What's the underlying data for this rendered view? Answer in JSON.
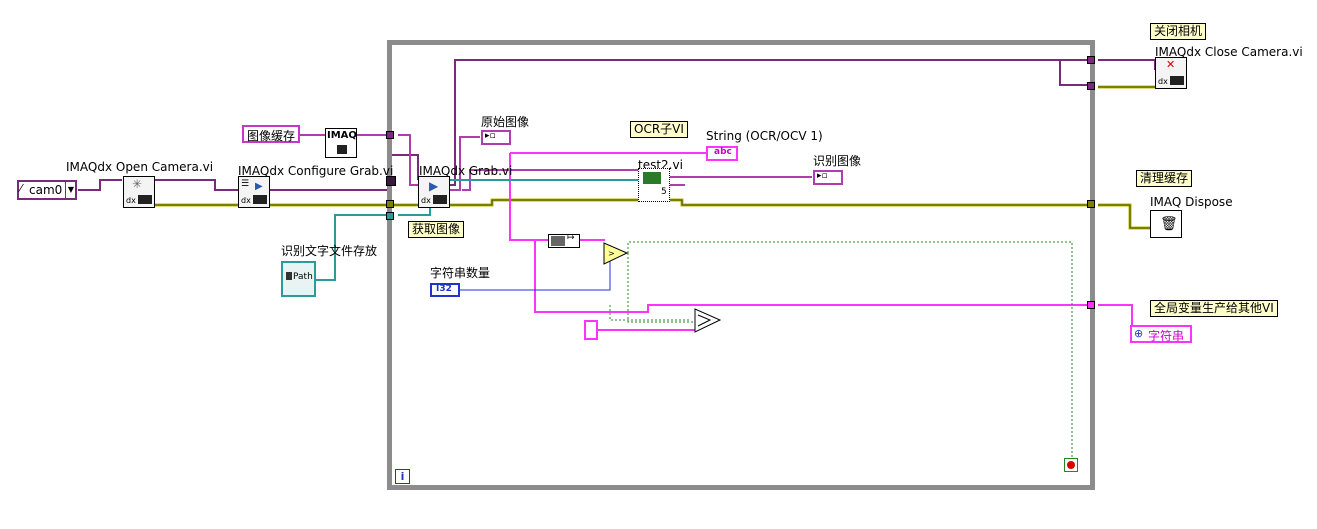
{
  "labels": {
    "open_camera": "IMAQdx Open Camera.vi",
    "configure_grab": "IMAQdx Configure Grab.vi",
    "grab": "IMAQdx Grab.vi",
    "close_camera": "IMAQdx Close Camera.vi",
    "dispose": "IMAQ Dispose",
    "original_image": "原始图像",
    "string_ocr": "String (OCR/OCV 1)",
    "recognized_image": "识别图像",
    "subvi": "test2.vi",
    "text_file": "识别文字文件存放",
    "string_count": "字符串数量"
  },
  "comments": {
    "close_camera": "关闭相机",
    "ocr_subvi": "OCR子VI",
    "clear_cache": "清理缓存",
    "global_var": "全局变量生产给其他VI",
    "get_image": "获取图像"
  },
  "controls": {
    "camera": "cam0",
    "image_buffer": "图像缓存",
    "count_type": "I32",
    "path_control": "Path",
    "global_string": "字符串",
    "abc_indicator": "abc",
    "imaq_text": "IMAQ",
    "subvi_num": "5",
    "loop_iteration": "i"
  },
  "colors": {
    "image_wire": "#7a2a7a",
    "error_wire": "#c8c800",
    "string_wire": "#ff33ff",
    "path_wire": "#2a9a9a",
    "int_wire": "#2233cc",
    "bool_wire": "#228822",
    "loop_frame": "#8c8c8c",
    "stop_button": "#dd0000"
  }
}
